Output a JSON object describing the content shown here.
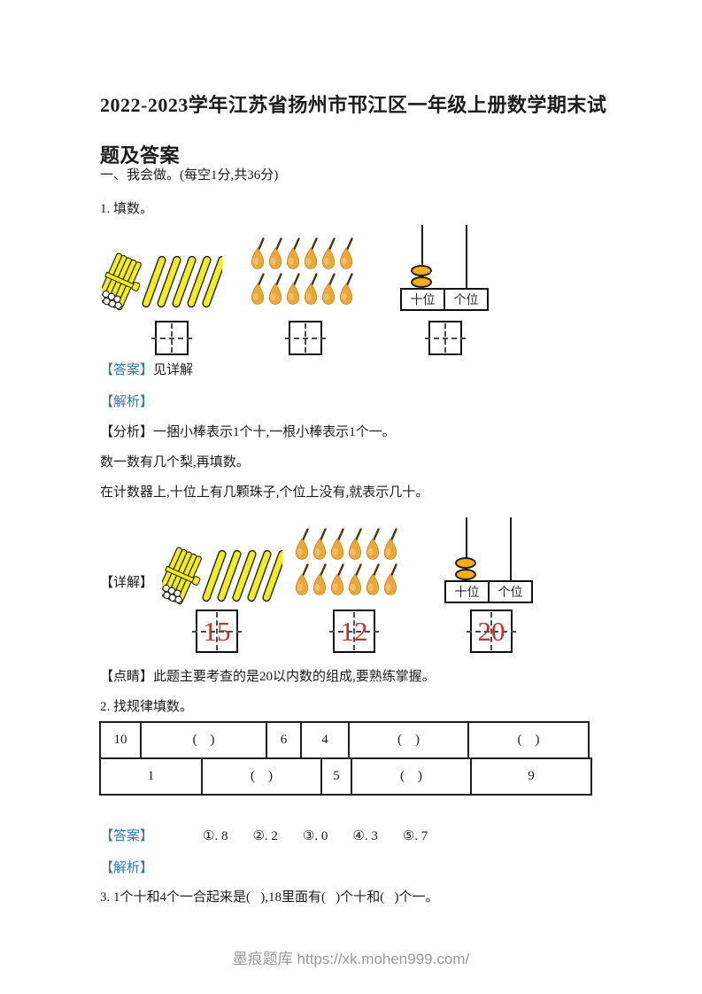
{
  "doc": {
    "title": "2022-2023学年江苏省扬州市邗江区一年级上册数学期末试题及答案",
    "section1": "一、我会做。(每空1分,共36分)",
    "q1": "1. 填数。",
    "answer_label": "【答案】",
    "q1_answer": "见详解",
    "analysis_label": "【解析】",
    "q1_analysis1": "【分析】一捆小棒表示1个十,一根小棒表示1个一。",
    "q1_analysis2": "数一数有几个梨,再填数。",
    "q1_analysis3": "在计数器上,十位上有几颗珠子,个位上没有,就表示几十。",
    "q1_detail_label": "【详解】",
    "q1_highlight": "【点睛】此题主要考查的是20以内数的组成,要熟练掌握。",
    "q2": "2. 找规律填数。",
    "q2_answers": [
      "①. 8",
      "②. 2",
      "③. 0",
      "④. 3",
      "⑤. 7"
    ],
    "q3": "3. 1个十和4个一合起来是(   ),18里面有(   )个十和(   )个一。"
  },
  "figure": {
    "abacus_tens_label": "十位",
    "abacus_ones_label": "个位",
    "answers": [
      "15",
      "12",
      "20"
    ],
    "bundle_sticks": 10,
    "loose_sticks": 5,
    "pears_count": 12,
    "beads_on_tens": 2,
    "beads_on_ones": 0
  },
  "table": {
    "row1": [
      "10",
      "(    )",
      "6",
      "4",
      "(    )",
      "(    )"
    ],
    "row2": [
      "1",
      "(    )",
      "5",
      "(    )",
      "9"
    ]
  },
  "footer": "墨痕题库 https://xk.mohen999.com/",
  "colors": {
    "accent_blue": "#3478a6",
    "answer_red": "#c2302a",
    "stick_yellow": "#f2ee1e",
    "pear_gold": "#eaa73a",
    "bead_orange": "#ffae12"
  }
}
